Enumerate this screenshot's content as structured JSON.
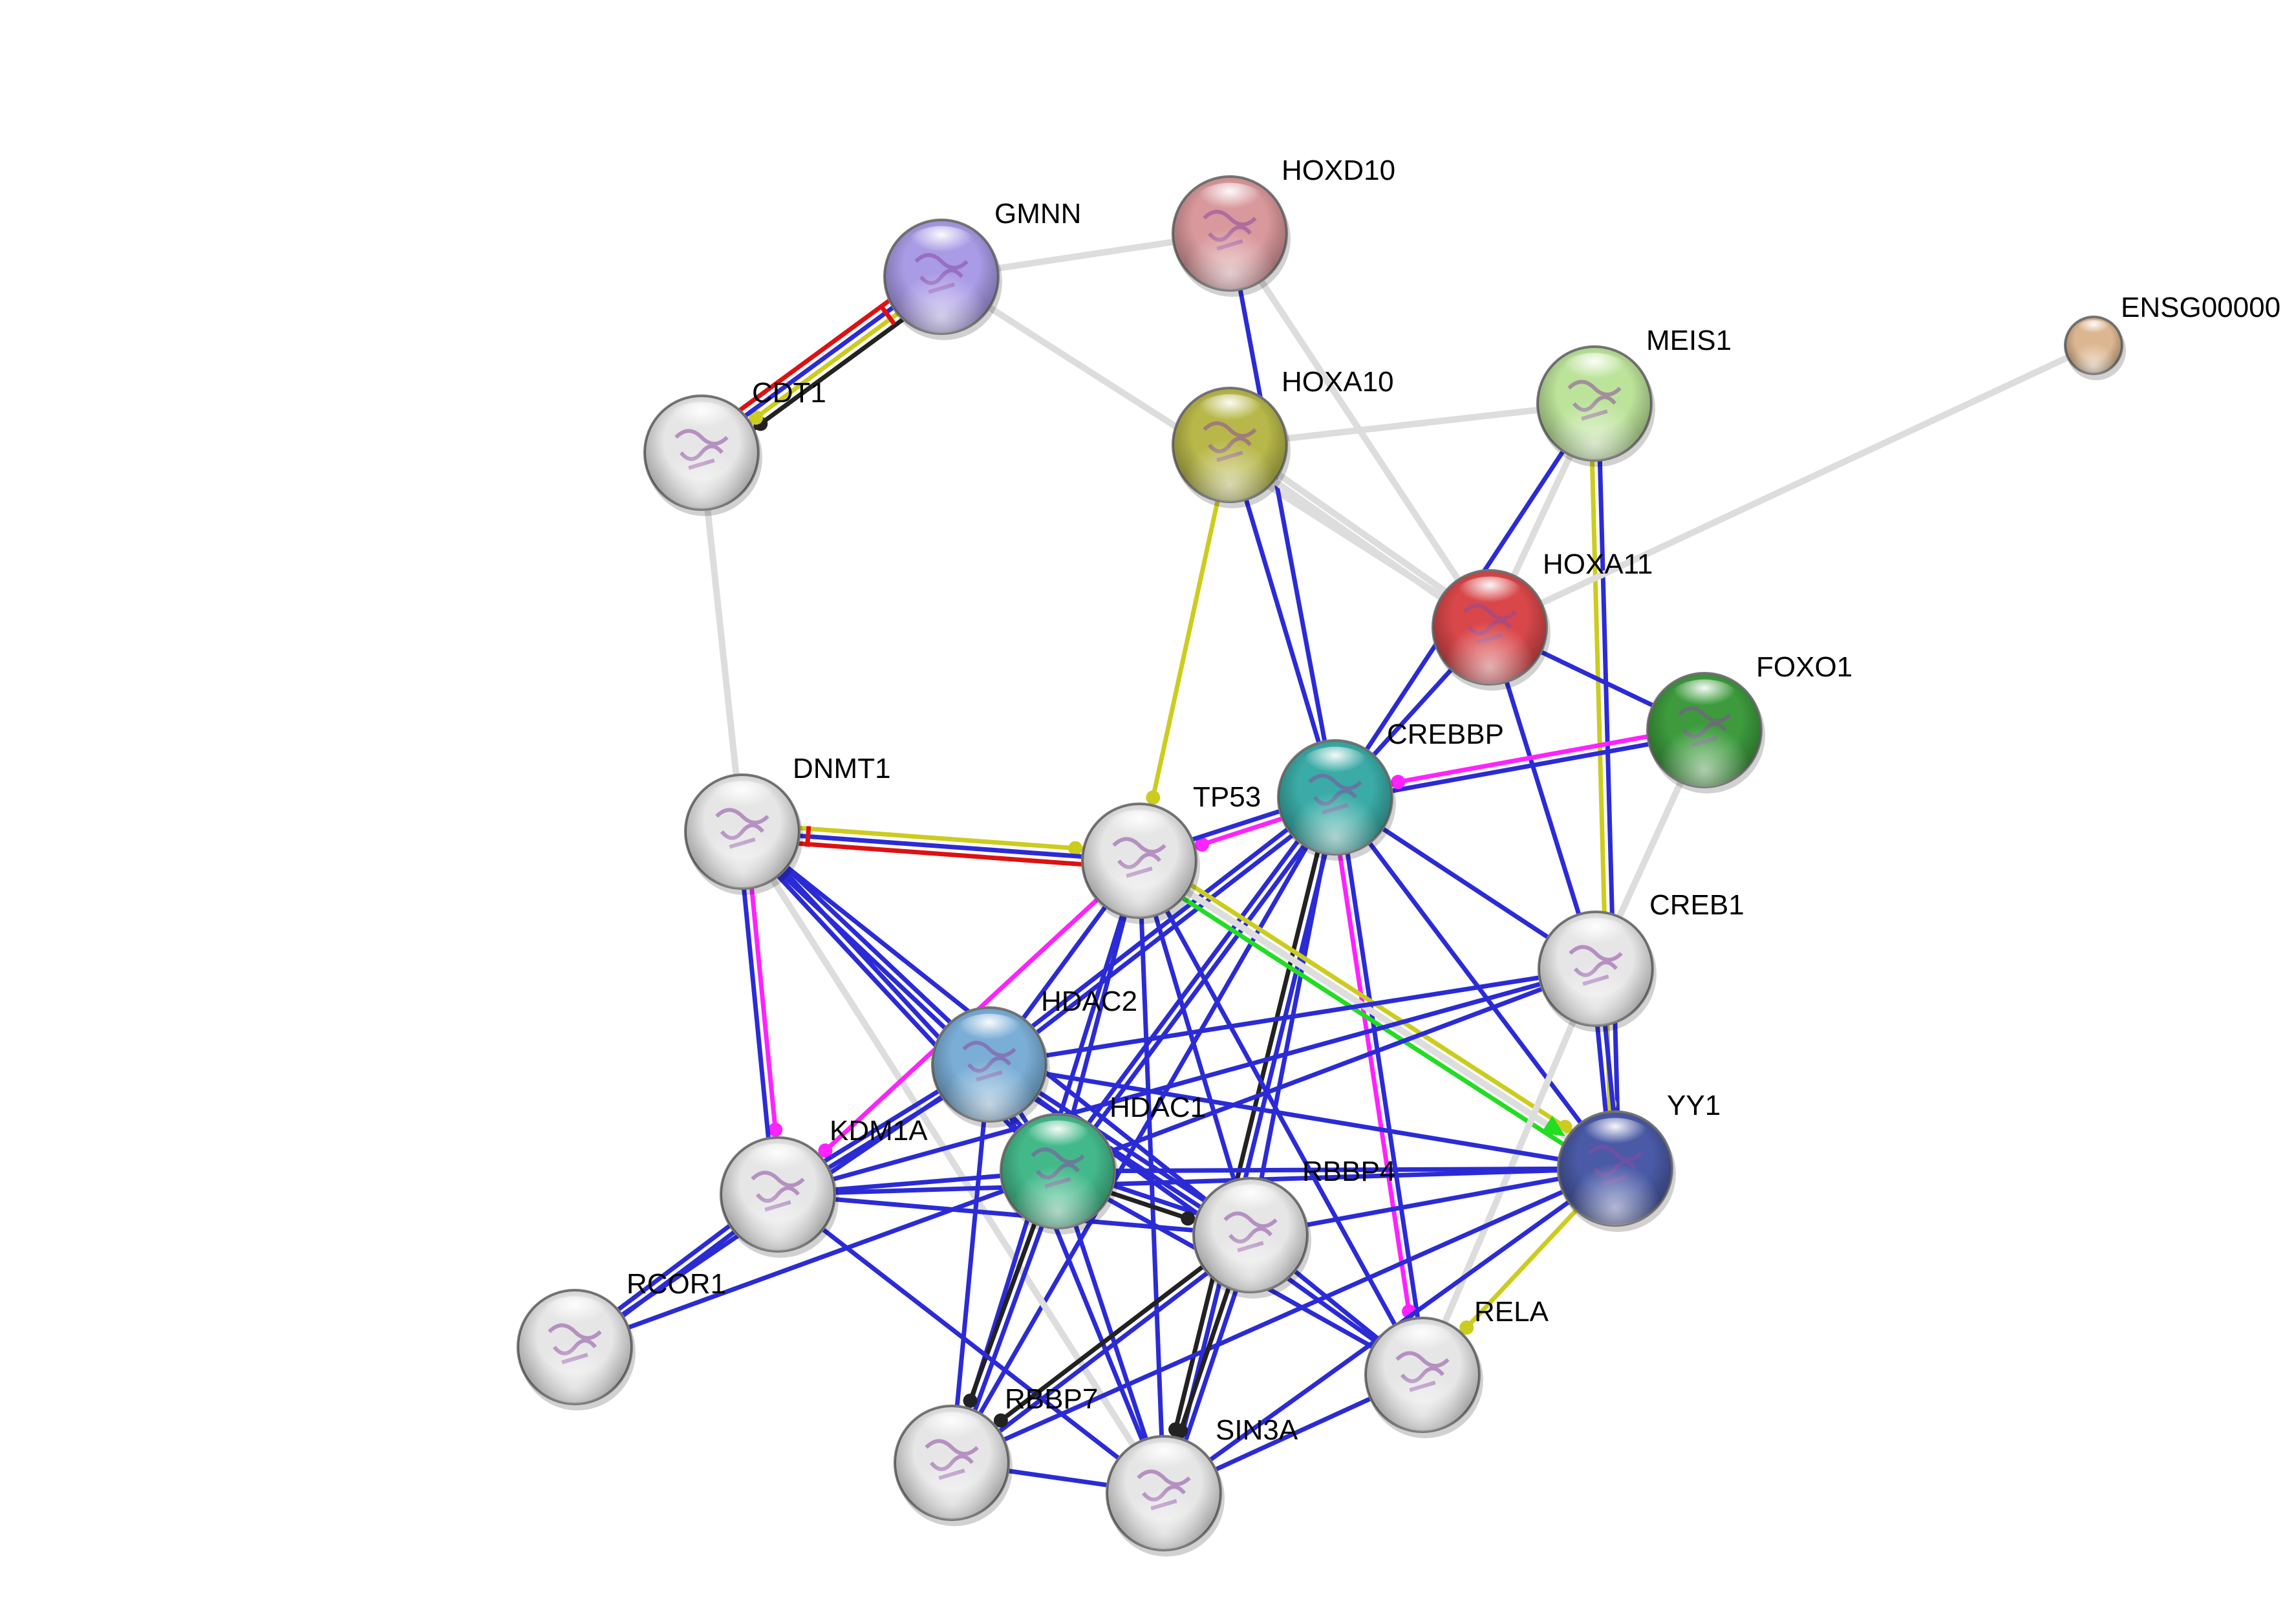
{
  "nodes": [
    {
      "id": "GMNN",
      "label": "GMNN",
      "color": "#a99be6"
    },
    {
      "id": "HOXD10",
      "label": "HOXD10",
      "color": "#d9989c"
    },
    {
      "id": "CDT1",
      "label": "CDT1",
      "color": "#e6e6e6"
    },
    {
      "id": "HOXA10",
      "label": "HOXA10",
      "color": "#b8b84a"
    },
    {
      "id": "MEIS1",
      "label": "MEIS1",
      "color": "#bce39a"
    },
    {
      "id": "ENSG",
      "label": "ENSG00000",
      "color": "#dcb690"
    },
    {
      "id": "HOXA11",
      "label": "HOXA11",
      "color": "#d9474a"
    },
    {
      "id": "FOXO1",
      "label": "FOXO1",
      "color": "#3d9b3d"
    },
    {
      "id": "CREBBP",
      "label": "CREBBP",
      "color": "#3aaba6"
    },
    {
      "id": "DNMT1",
      "label": "DNMT1",
      "color": "#e6e6e6"
    },
    {
      "id": "TP53",
      "label": "TP53",
      "color": "#e6e6e6"
    },
    {
      "id": "CREB1",
      "label": "CREB1",
      "color": "#e6e6e6"
    },
    {
      "id": "HDAC2",
      "label": "HDAC2",
      "color": "#7aaed6"
    },
    {
      "id": "HDAC1",
      "label": "HDAC1",
      "color": "#43b98a"
    },
    {
      "id": "YY1",
      "label": "YY1",
      "color": "#4a5aa6"
    },
    {
      "id": "KDM1A",
      "label": "KDM1A",
      "color": "#e6e6e6"
    },
    {
      "id": "RBBP4",
      "label": "RBBP4",
      "color": "#e6e6e6"
    },
    {
      "id": "RCOR1",
      "label": "RCOR1",
      "color": "#e6e6e6"
    },
    {
      "id": "RELA",
      "label": "RELA",
      "color": "#e6e6e6"
    },
    {
      "id": "RBBP7",
      "label": "RBBP7",
      "color": "#e6e6e6"
    },
    {
      "id": "SIN3A",
      "label": "SIN3A",
      "color": "#e6e6e6"
    }
  ],
  "edge_colors": {
    "blue": "#2b2bd6",
    "gray": "#dddddd",
    "yellow": "#cccc1f",
    "magenta": "#ff22ff",
    "black": "#222222",
    "green": "#22dd22",
    "red": "#dd1111"
  },
  "edges": [
    {
      "from": "GMNN",
      "to": "HOXD10",
      "types": [
        "gray"
      ]
    },
    {
      "from": "GMNN",
      "to": "HOXA11",
      "types": [
        "gray"
      ]
    },
    {
      "from": "GMNN",
      "to": "CDT1",
      "types": [
        "black",
        "yellow",
        "blue",
        "red"
      ]
    },
    {
      "from": "CDT1",
      "to": "DNMT1",
      "types": [
        "gray"
      ]
    },
    {
      "from": "HOXD10",
      "to": "HOXA11",
      "types": [
        "gray"
      ]
    },
    {
      "from": "HOXD10",
      "to": "CREBBP",
      "types": [
        "blue"
      ]
    },
    {
      "from": "HOXA10",
      "to": "MEIS1",
      "types": [
        "gray"
      ]
    },
    {
      "from": "HOXA10",
      "to": "HOXA11",
      "types": [
        "gray",
        "gray"
      ]
    },
    {
      "from": "HOXA10",
      "to": "TP53",
      "types": [
        "yellow"
      ]
    },
    {
      "from": "HOXA10",
      "to": "CREBBP",
      "types": [
        "blue"
      ]
    },
    {
      "from": "MEIS1",
      "to": "HOXA11",
      "types": [
        "gray"
      ]
    },
    {
      "from": "MEIS1",
      "to": "YY1",
      "types": [
        "blue",
        "yellow"
      ]
    },
    {
      "from": "MEIS1",
      "to": "CREBBP",
      "types": [
        "blue"
      ]
    },
    {
      "from": "ENSG",
      "to": "HOXA11",
      "types": [
        "gray"
      ]
    },
    {
      "from": "HOXA11",
      "to": "FOXO1",
      "types": [
        "blue"
      ]
    },
    {
      "from": "HOXA11",
      "to": "CREBBP",
      "types": [
        "blue"
      ]
    },
    {
      "from": "HOXA11",
      "to": "CREB1",
      "types": [
        "blue"
      ]
    },
    {
      "from": "FOXO1",
      "to": "CREBBP",
      "types": [
        "blue",
        "magenta"
      ]
    },
    {
      "from": "FOXO1",
      "to": "CREB1",
      "types": [
        "gray"
      ]
    },
    {
      "from": "CREBBP",
      "to": "TP53",
      "types": [
        "magenta",
        "blue"
      ]
    },
    {
      "from": "CREBBP",
      "to": "CREB1",
      "types": [
        "blue"
      ]
    },
    {
      "from": "CREBBP",
      "to": "YY1",
      "types": [
        "blue"
      ]
    },
    {
      "from": "CREBBP",
      "to": "HDAC2",
      "types": [
        "blue",
        "blue"
      ]
    },
    {
      "from": "CREBBP",
      "to": "HDAC1",
      "types": [
        "blue",
        "blue"
      ]
    },
    {
      "from": "CREBBP",
      "to": "RBBP4",
      "types": [
        "blue"
      ]
    },
    {
      "from": "CREBBP",
      "to": "RELA",
      "types": [
        "blue",
        "magenta"
      ]
    },
    {
      "from": "CREBBP",
      "to": "SIN3A",
      "types": [
        "blue",
        "black"
      ]
    },
    {
      "from": "CREBBP",
      "to": "RBBP7",
      "types": [
        "blue"
      ]
    },
    {
      "from": "DNMT1",
      "to": "TP53",
      "types": [
        "yellow",
        "blue",
        "red"
      ]
    },
    {
      "from": "DNMT1",
      "to": "HDAC2",
      "types": [
        "blue",
        "blue"
      ]
    },
    {
      "from": "DNMT1",
      "to": "HDAC1",
      "types": [
        "blue",
        "blue"
      ]
    },
    {
      "from": "DNMT1",
      "to": "KDM1A",
      "types": [
        "magenta",
        "blue"
      ]
    },
    {
      "from": "DNMT1",
      "to": "RBBP4",
      "types": [
        "blue"
      ]
    },
    {
      "from": "DNMT1",
      "to": "SIN3A",
      "types": [
        "gray"
      ]
    },
    {
      "from": "TP53",
      "to": "YY1",
      "types": [
        "yellow",
        "gray",
        "green"
      ]
    },
    {
      "from": "TP53",
      "to": "HDAC2",
      "types": [
        "blue"
      ]
    },
    {
      "from": "TP53",
      "to": "HDAC1",
      "types": [
        "blue"
      ]
    },
    {
      "from": "TP53",
      "to": "KDM1A",
      "types": [
        "magenta"
      ]
    },
    {
      "from": "TP53",
      "to": "RBBP4",
      "types": [
        "blue"
      ]
    },
    {
      "from": "TP53",
      "to": "RBBP7",
      "types": [
        "blue"
      ]
    },
    {
      "from": "TP53",
      "to": "SIN3A",
      "types": [
        "blue"
      ]
    },
    {
      "from": "TP53",
      "to": "RELA",
      "types": [
        "blue"
      ]
    },
    {
      "from": "CREB1",
      "to": "YY1",
      "types": [
        "blue",
        "blue"
      ]
    },
    {
      "from": "CREB1",
      "to": "HDAC2",
      "types": [
        "blue"
      ]
    },
    {
      "from": "CREB1",
      "to": "HDAC1",
      "types": [
        "blue"
      ]
    },
    {
      "from": "CREB1",
      "to": "RELA",
      "types": [
        "gray"
      ]
    },
    {
      "from": "HDAC2",
      "to": "HDAC1",
      "types": [
        "blue"
      ]
    },
    {
      "from": "HDAC2",
      "to": "KDM1A",
      "types": [
        "blue",
        "blue"
      ]
    },
    {
      "from": "HDAC2",
      "to": "YY1",
      "types": [
        "blue"
      ]
    },
    {
      "from": "HDAC2",
      "to": "RBBP4",
      "types": [
        "blue",
        "blue"
      ]
    },
    {
      "from": "HDAC2",
      "to": "RBBP7",
      "types": [
        "blue"
      ]
    },
    {
      "from": "HDAC2",
      "to": "SIN3A",
      "types": [
        "blue"
      ]
    },
    {
      "from": "HDAC2",
      "to": "RCOR1",
      "types": [
        "blue"
      ]
    },
    {
      "from": "HDAC2",
      "to": "RELA",
      "types": [
        "blue"
      ]
    },
    {
      "from": "HDAC1",
      "to": "KDM1A",
      "types": [
        "blue"
      ]
    },
    {
      "from": "HDAC1",
      "to": "YY1",
      "types": [
        "blue"
      ]
    },
    {
      "from": "HDAC1",
      "to": "RBBP4",
      "types": [
        "blue",
        "black"
      ]
    },
    {
      "from": "HDAC1",
      "to": "RBBP7",
      "types": [
        "blue",
        "black"
      ]
    },
    {
      "from": "HDAC1",
      "to": "SIN3A",
      "types": [
        "blue"
      ]
    },
    {
      "from": "HDAC1",
      "to": "RCOR1",
      "types": [
        "blue"
      ]
    },
    {
      "from": "HDAC1",
      "to": "RELA",
      "types": [
        "blue"
      ]
    },
    {
      "from": "YY1",
      "to": "RBBP4",
      "types": [
        "blue"
      ]
    },
    {
      "from": "YY1",
      "to": "RELA",
      "types": [
        "yellow"
      ]
    },
    {
      "from": "YY1",
      "to": "SIN3A",
      "types": [
        "blue"
      ]
    },
    {
      "from": "YY1",
      "to": "RBBP7",
      "types": [
        "blue"
      ]
    },
    {
      "from": "YY1",
      "to": "KDM1A",
      "types": [
        "blue"
      ]
    },
    {
      "from": "KDM1A",
      "to": "RCOR1",
      "types": [
        "blue",
        "blue"
      ]
    },
    {
      "from": "KDM1A",
      "to": "RBBP4",
      "types": [
        "blue"
      ]
    },
    {
      "from": "KDM1A",
      "to": "SIN3A",
      "types": [
        "blue"
      ]
    },
    {
      "from": "KDM1A",
      "to": "CREB1",
      "types": [
        "blue"
      ]
    },
    {
      "from": "RBBP4",
      "to": "SIN3A",
      "types": [
        "blue",
        "black"
      ]
    },
    {
      "from": "RBBP4",
      "to": "RBBP7",
      "types": [
        "blue",
        "black"
      ]
    },
    {
      "from": "RBBP4",
      "to": "RELA",
      "types": [
        "blue"
      ]
    },
    {
      "from": "RBBP7",
      "to": "SIN3A",
      "types": [
        "blue"
      ]
    },
    {
      "from": "SIN3A",
      "to": "RELA",
      "types": [
        "blue"
      ]
    }
  ]
}
